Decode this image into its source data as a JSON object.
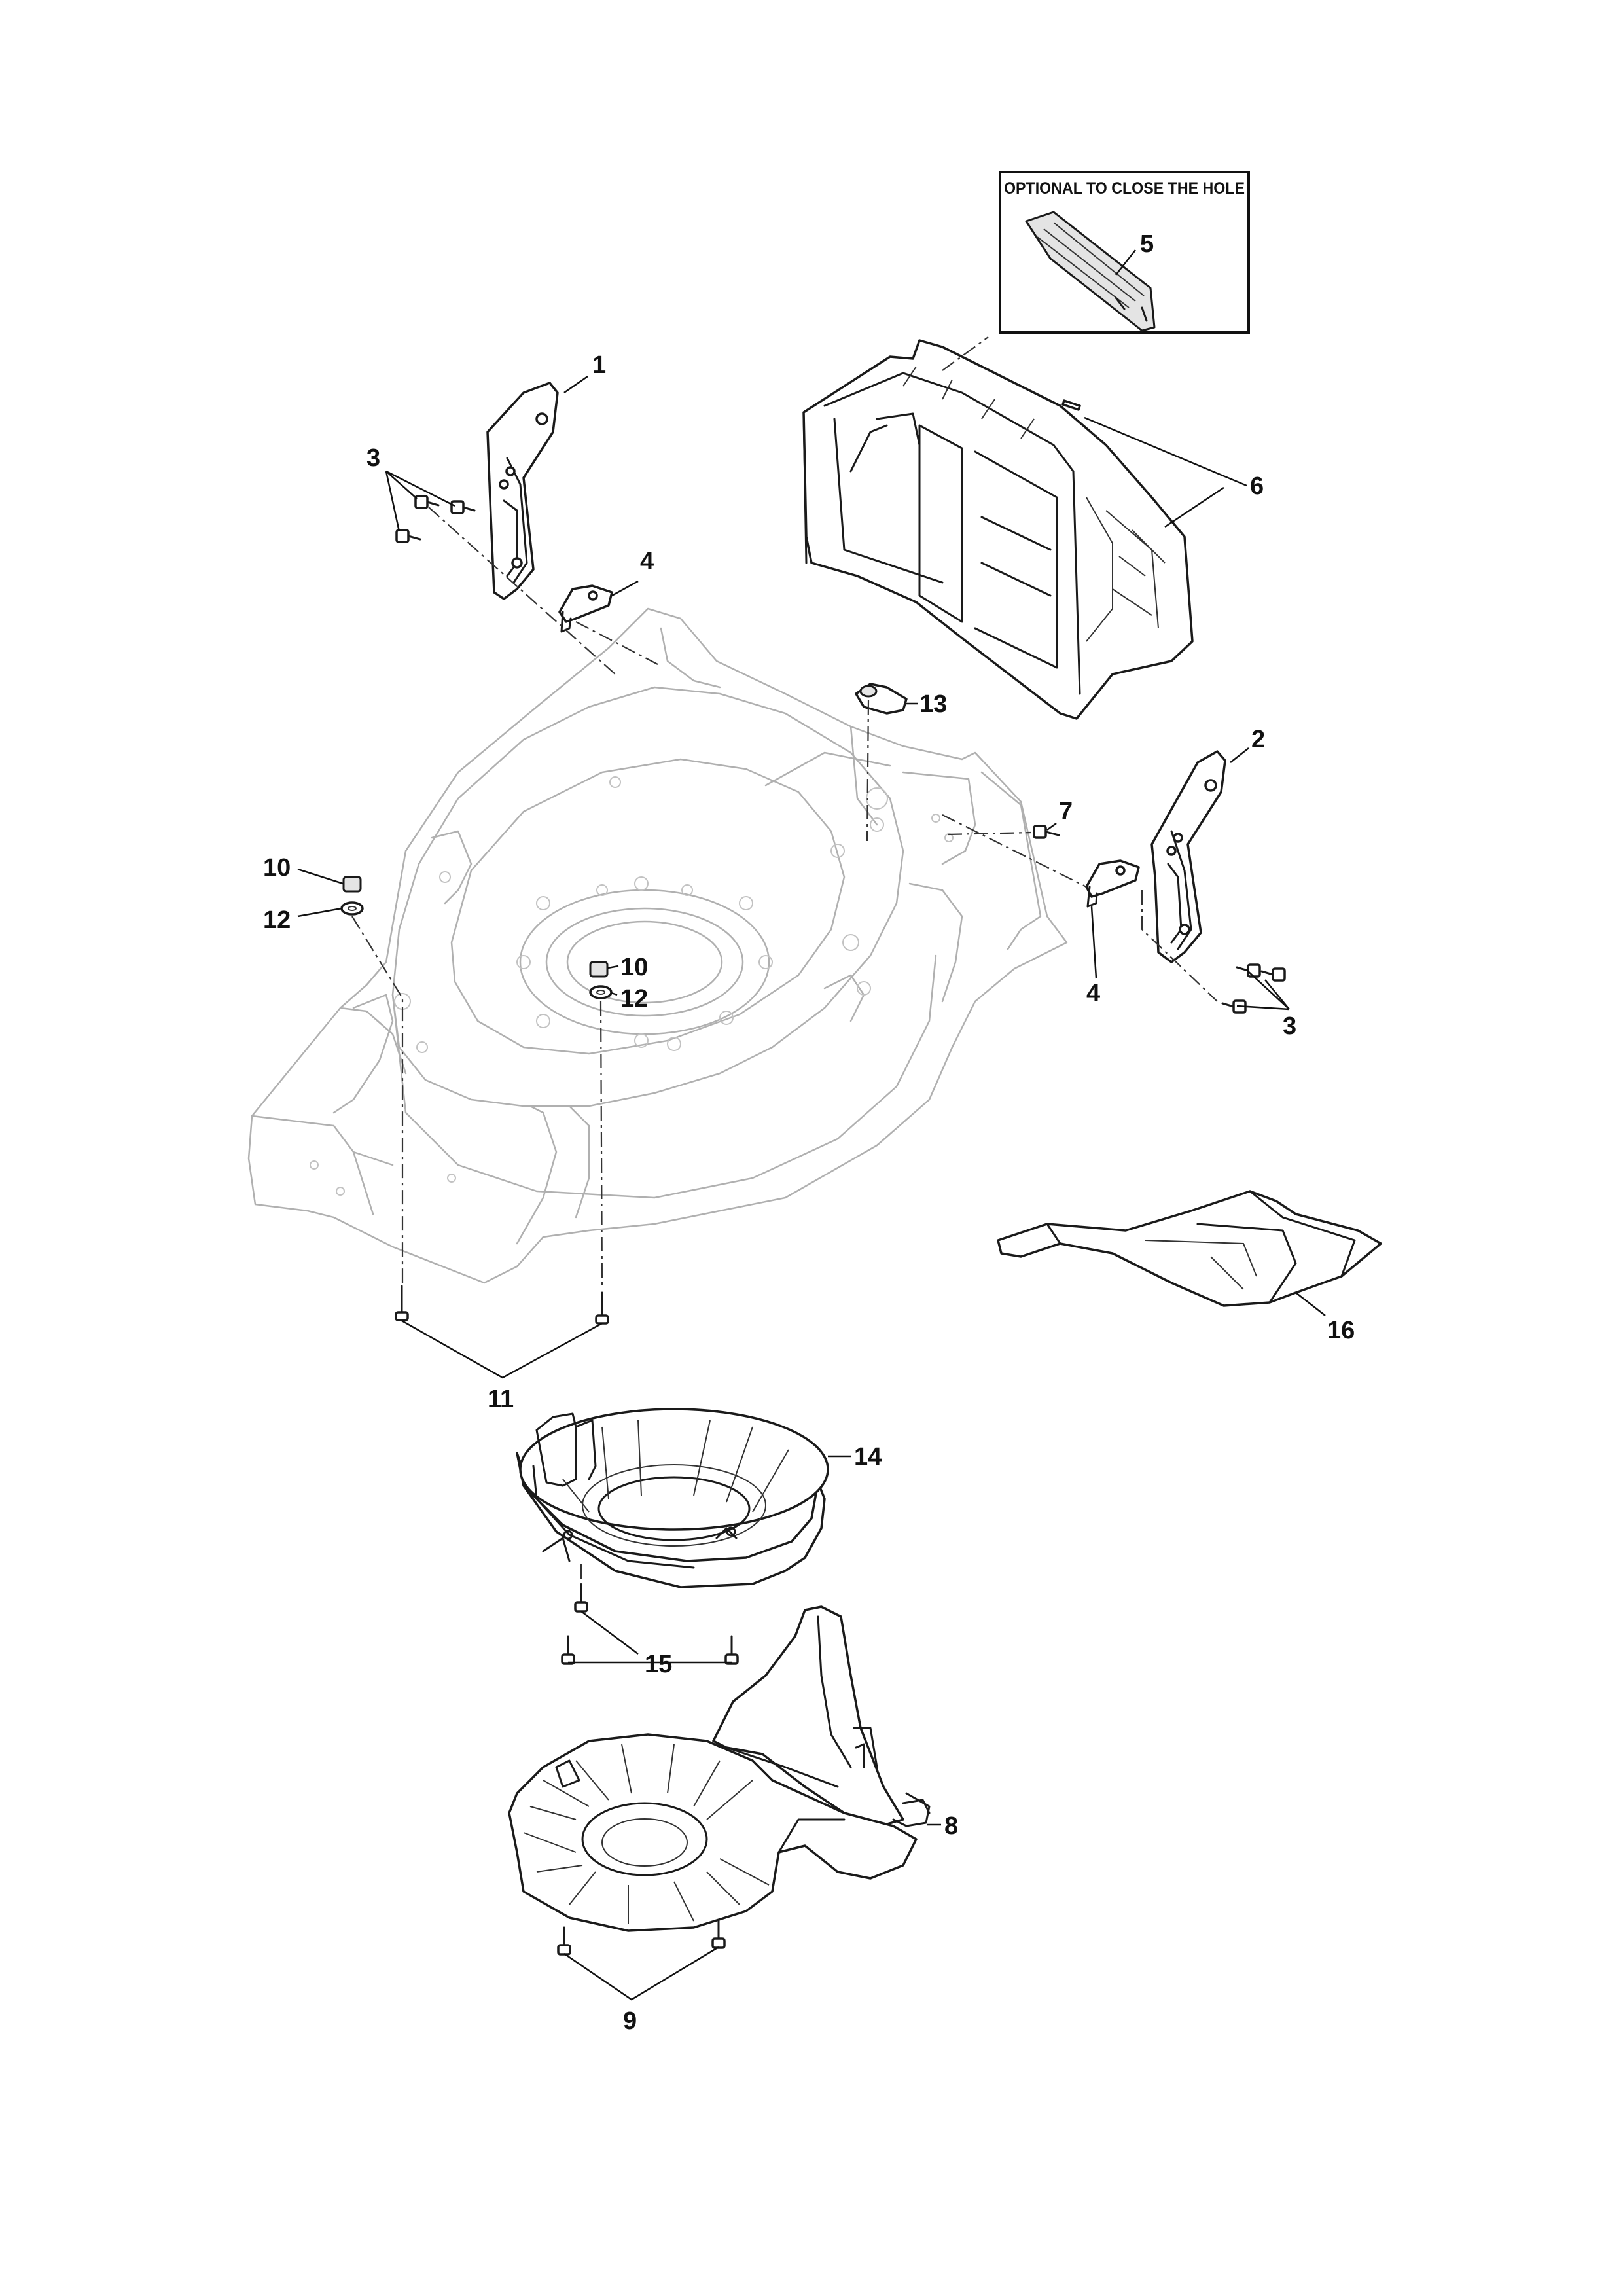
{
  "inset": {
    "title": "OPTIONAL TO CLOSE THE HOLE"
  },
  "callouts": {
    "c1": "1",
    "c2": "2",
    "c3a": "3",
    "c3b": "3",
    "c4a": "4",
    "c4b": "4",
    "c5": "5",
    "c6": "6",
    "c7": "7",
    "c8": "8",
    "c9": "9",
    "c10a": "10",
    "c10b": "10",
    "c11": "11",
    "c12a": "12",
    "c12b": "12",
    "c13": "13",
    "c14": "14",
    "c15": "15",
    "c16": "16"
  }
}
